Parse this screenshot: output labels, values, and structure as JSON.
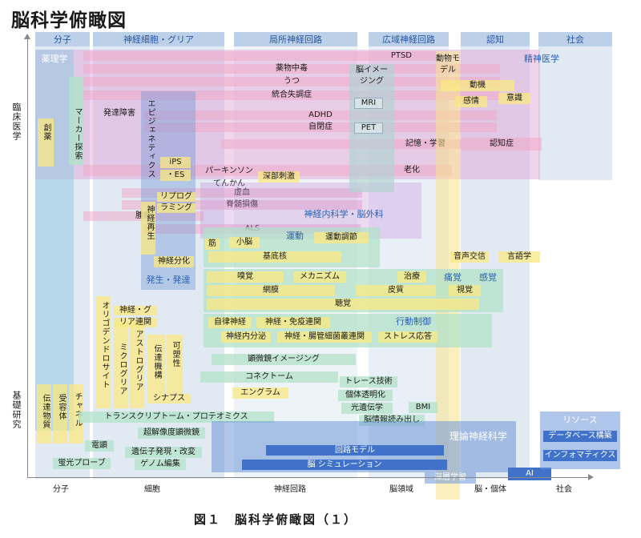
{
  "title": "脳科学俯瞰図",
  "caption": "図１　脳科学俯瞰図（１）",
  "axis": {
    "y_top": "臨床医学",
    "y_bottom": "基礎研究",
    "x_ticks": [
      "分子",
      "細胞",
      "神経回路",
      "脳領域",
      "脳・個体",
      "社会"
    ]
  },
  "columns": [
    "分子",
    "神経細胞・グリア",
    "局所神経回路",
    "広域神経回路",
    "認知",
    "社会"
  ],
  "areas": {
    "pharmacology": "薬理学",
    "psychiatry": "精神医学",
    "neurology": "神経内科学・脳外科",
    "development": "発生・発達",
    "motor": "運動",
    "pain": "痛覚",
    "sensory": "感覚",
    "behavior": "行動制御",
    "theory": "理論神経科学",
    "resource": "リソース"
  },
  "disease_bars": [
    "PTSD",
    "薬物中毒",
    "うつ",
    "統合失調症",
    "ADHD",
    "自閉症",
    "記憶・学習",
    "認知症",
    "老化",
    "虚血",
    "脊髄損傷",
    "腫瘍",
    "ALS",
    "発達障害",
    "パーキンソン",
    "てんかん",
    "深部刺激"
  ],
  "imaging": [
    "脳イメー",
    "ジング",
    "MRI",
    "PET"
  ],
  "cognition": [
    "動物モ",
    "デル",
    "動機",
    "感情",
    "意識"
  ],
  "vertical_labels": {
    "souyaku": "創薬",
    "marker": "マーカー探索",
    "epigenetics": "エピジェネティクス",
    "regen": "神経再生",
    "oligo": "オリゴデンドロサイト",
    "micro": "ミクログリア",
    "astro": "アストログリア",
    "transmission": "伝達機構",
    "plasticity": "可塑性",
    "m1": "伝達物質",
    "m2": "受容体",
    "m3": "チャネル"
  },
  "cell_labels": [
    "iPS",
    "・ES",
    "リプログ",
    "ラミング",
    "神経分化",
    "神経・グ",
    "リア連関",
    "シナプス"
  ],
  "motor_items": [
    "筋",
    "小脳",
    "運動調節",
    "基底核"
  ],
  "sense_items": [
    "嗅覚",
    "メカニズム",
    "治療",
    "網膜",
    "皮質",
    "視覚",
    "聴覚",
    "音声交信",
    "言語学"
  ],
  "behavior_items": [
    "自律神経",
    "神経・免疫連関",
    "神経内分泌",
    "神経・腸管細菌叢連関",
    "ストレス応答"
  ],
  "tech_items": [
    "顕微鏡イメージング",
    "コネクトーム",
    "トレース技術",
    "エングラム",
    "個体透明化",
    "光遺伝学",
    "BMI",
    "脳情報読み出し"
  ],
  "bottom_items": [
    "トランスクリプトーム・プロテオミクス",
    "電顕",
    "超解像度顕微鏡",
    "遺伝子発現・改変",
    "ゲノム編集",
    "蛍光プローブ"
  ],
  "theory_items": [
    "回路モデル",
    "脳 シミュレーション",
    "深層学習",
    "AI"
  ],
  "resource_items": [
    "データベース構築",
    "インフォマティクス"
  ]
}
